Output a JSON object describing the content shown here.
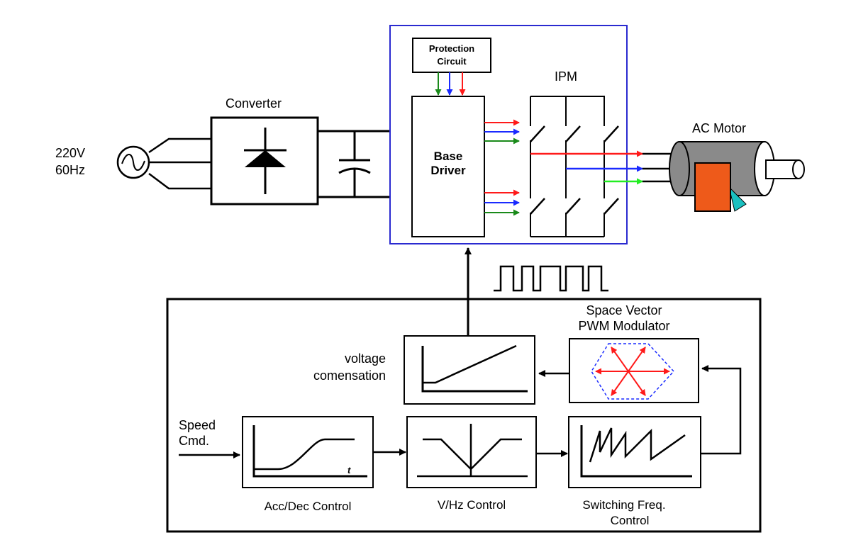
{
  "source": {
    "line1": "220V",
    "line2": "60Hz"
  },
  "converter": {
    "label": "Converter"
  },
  "protection": {
    "line1": "Protection",
    "line2": "Circuit"
  },
  "base_driver": {
    "line1": "Base",
    "line2": "Driver"
  },
  "ipm": {
    "label": "IPM"
  },
  "motor": {
    "label": "AC Motor"
  },
  "svpwm": {
    "line1": "Space Vector",
    "line2": "PWM Modulator"
  },
  "voltage_comp": {
    "line1": "voltage",
    "line2": "comensation"
  },
  "speed_cmd": {
    "line1": "Speed",
    "line2": "Cmd."
  },
  "acc_dec": {
    "label": "Acc/Dec Control",
    "axis_t": "t"
  },
  "vhz": {
    "label": "V/Hz Control"
  },
  "switching": {
    "line1": "Switching Freq.",
    "line2": "Control"
  },
  "colors": {
    "line": "#000000",
    "frame": "#2a2ad0",
    "red": "#ff1a1a",
    "blue": "#1a2aff",
    "green": "#1a8a1a",
    "lime": "#22ee22",
    "motor_body": "#8a8a8a",
    "motor_box": "#ee5a1a",
    "motor_tip": "#1ac0c0"
  }
}
